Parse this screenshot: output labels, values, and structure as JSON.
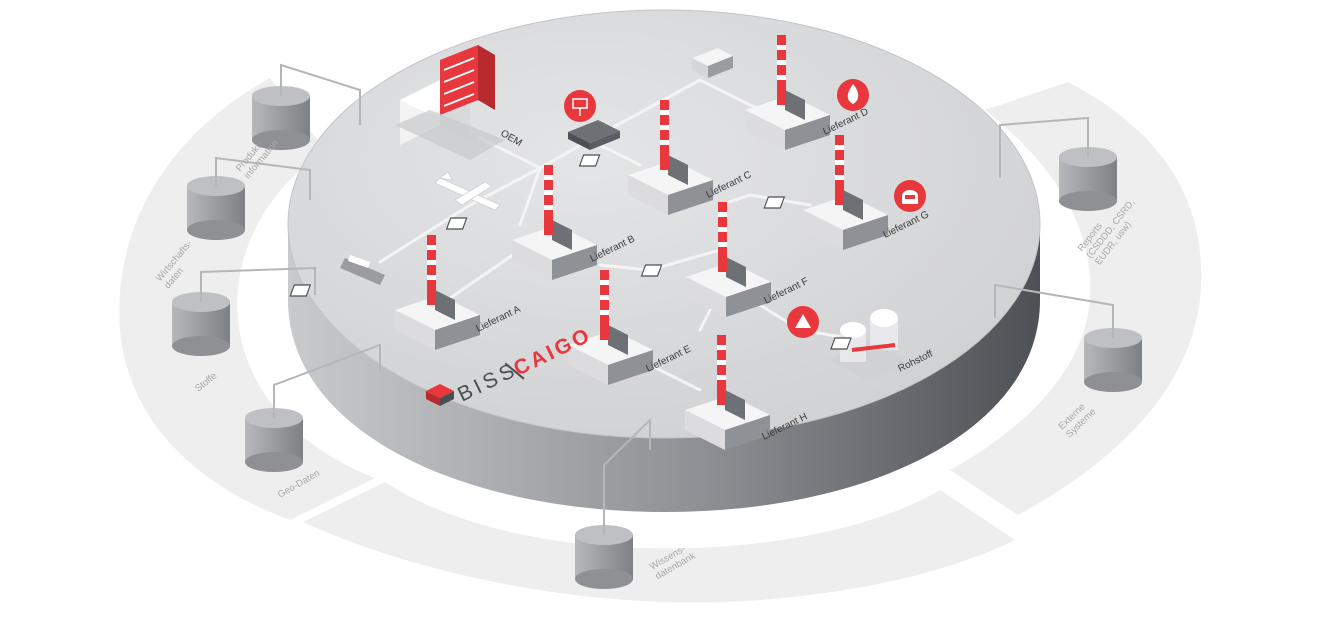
{
  "outer_ring_labels": {
    "produktinformation": [
      "Produkt-",
      "information"
    ],
    "wirtschaftsdaten": [
      "Wirtschafts-",
      "daten"
    ],
    "stoffe": [
      "Stoffe"
    ],
    "geodaten": [
      "Geo-Daten"
    ],
    "wissensdatenbank": [
      "Wissens-",
      "datenbank"
    ],
    "reports": [
      "Reports",
      "(CSDDD, CSRD,",
      "EUDR, usw)"
    ],
    "externe_systeme": [
      "Externe",
      "Systeme"
    ]
  },
  "nodes": {
    "oem": "OEM",
    "lieferant_a": "Lieferant A",
    "lieferant_b": "Lieferant B",
    "lieferant_c": "Lieferant C",
    "lieferant_d": "Lieferant D",
    "lieferant_e": "Lieferant E",
    "lieferant_f": "Lieferant F",
    "lieferant_g": "Lieferant G",
    "lieferant_h": "Lieferant H",
    "rohstoff": "Rohstoff"
  },
  "logo": {
    "left": "BISS",
    "right": "CAIGO"
  },
  "colors": {
    "accent": "#e8383d",
    "platform": "#d9dadc",
    "ring": "#eeeeef",
    "dark": "#5d6065"
  }
}
